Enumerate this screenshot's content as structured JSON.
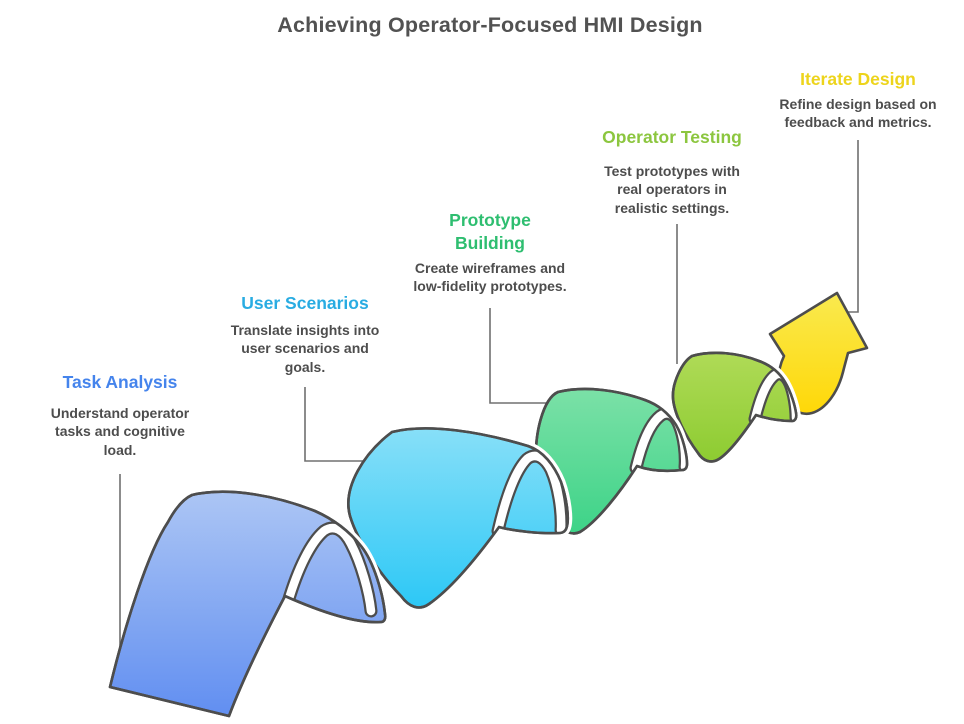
{
  "title": "Achieving Operator-Focused HMI Design",
  "colors": {
    "background": "#FFFFFF",
    "outline": "#4D4D4D",
    "leader_line": "#707070",
    "main_title": "#525252",
    "description_text": "#4D4D4D",
    "casing": "#FFFFFF"
  },
  "stages": [
    {
      "title": "Task Analysis",
      "description": "Understand operator\ntasks and cognitive\nload.",
      "title_color": "#4584EC",
      "ribbon_top": "#AEC7F4",
      "ribbon_bottom": "#5F8DF1",
      "shape": "wave-ribbon"
    },
    {
      "title": "User Scenarios",
      "description": "Translate insights into\nuser scenarios and\ngoals.",
      "title_color": "#29ACE2",
      "ribbon_top": "#8AE0F8",
      "ribbon_bottom": "#29C7F6",
      "shape": "wave-ribbon"
    },
    {
      "title": "Prototype\nBuilding",
      "description": "Create wireframes and\nlow-fidelity prototypes.",
      "title_color": "#2EBE70",
      "ribbon_top": "#7DE1A8",
      "ribbon_bottom": "#3CD387",
      "shape": "wave-ribbon"
    },
    {
      "title": "Operator Testing",
      "description": "Test prototypes with\nreal operators in\nrealistic settings.",
      "title_color": "#8CC63F",
      "ribbon_top": "#B0DB58",
      "ribbon_bottom": "#8CCB30",
      "shape": "wave-ribbon"
    },
    {
      "title": "Iterate Design",
      "description": "Refine design based on\nfeedback and metrics.",
      "title_color": "#EDD41C",
      "ribbon_top": "#F9EA51",
      "ribbon_bottom": "#FFD704",
      "shape": "up-arrow"
    }
  ]
}
